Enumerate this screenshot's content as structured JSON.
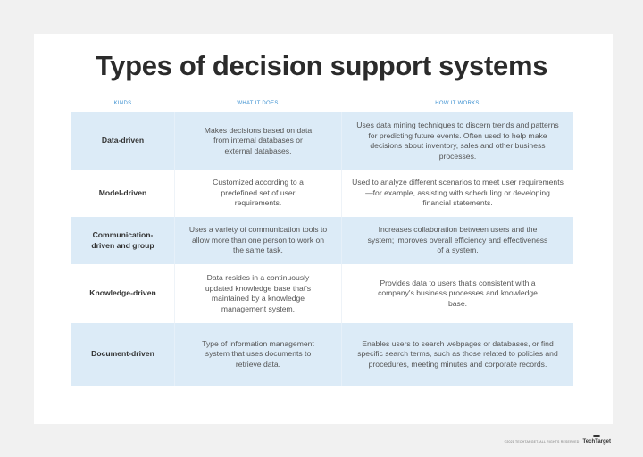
{
  "title": "Types of decision support systems",
  "headers": [
    "KINDS",
    "WHAT IT DOES",
    "HOW IT WORKS"
  ],
  "rows": [
    {
      "kind": "Data-driven",
      "does": "Makes decisions based on data from internal databases or external databases.",
      "works": "Uses data mining techniques to discern trends and patterns for predicting future events. Often used to help make decisions about inventory, sales and other business processes."
    },
    {
      "kind": "Model-driven",
      "does": "Customized according to a predefined set of user requirements.",
      "works": "Used to analyze different scenarios to meet user requirements—for example, assisting with scheduling or developing financial statements."
    },
    {
      "kind": "Communication-driven and group",
      "does": "Uses a variety of communication tools to allow more than one person to work on the same task.",
      "works": "Increases collaboration between users and the system; improves overall efficiency and effectiveness of a system."
    },
    {
      "kind": "Knowledge-driven",
      "does": "Data resides in a continuously updated knowledge base that's maintained by a knowledge management system.",
      "works": "Provides data to users that's consistent with a company's business processes and knowledge base."
    },
    {
      "kind": "Document-driven",
      "does": "Type of information management system that uses documents to retrieve data.",
      "works": "Enables users to search webpages or databases, or find specific search terms, such as those related to policies and procedures, meeting minutes and corporate records."
    }
  ],
  "footer": {
    "copyright": "©2021 TECHTARGET. ALL RIGHTS RESERVED",
    "logo": "TechTarget"
  },
  "colors": {
    "header_text": "#3a8fd0",
    "row_shade": "#dcebf7"
  }
}
